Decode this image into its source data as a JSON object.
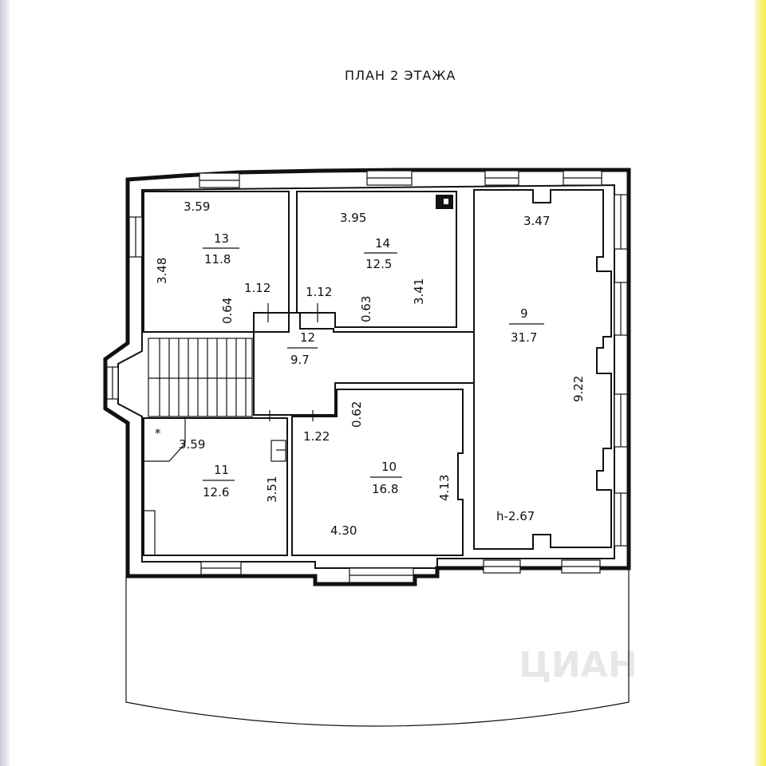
{
  "title": "ПЛАН 2   ЭТАЖА",
  "watermark": "ЦИАН",
  "height_note": "h-2.67",
  "rooms": [
    {
      "id": "13",
      "area": "11.8",
      "dims": {
        "width": "3.59",
        "height": "3.48",
        "door": "0.64",
        "extra": "1.12"
      }
    },
    {
      "id": "14",
      "area": "12.5",
      "dims": {
        "width": "3.95",
        "height": "3.41",
        "door": "0.63",
        "extra": "1.12"
      }
    },
    {
      "id": "9",
      "area": "31.7",
      "dims": {
        "width": "3.47",
        "height": "9.22"
      }
    },
    {
      "id": "12",
      "area": "9.7"
    },
    {
      "id": "11",
      "area": "12.6",
      "dims": {
        "width": "3.59",
        "height": "3.51"
      }
    },
    {
      "id": "10",
      "area": "16.8",
      "dims": {
        "width": "4.30",
        "height": "4.13",
        "door": "0.62",
        "extra": "1.22"
      }
    }
  ],
  "colors": {
    "line": "#111111",
    "paper": "#ffffff",
    "edge_yellow": "#f3ec43"
  }
}
